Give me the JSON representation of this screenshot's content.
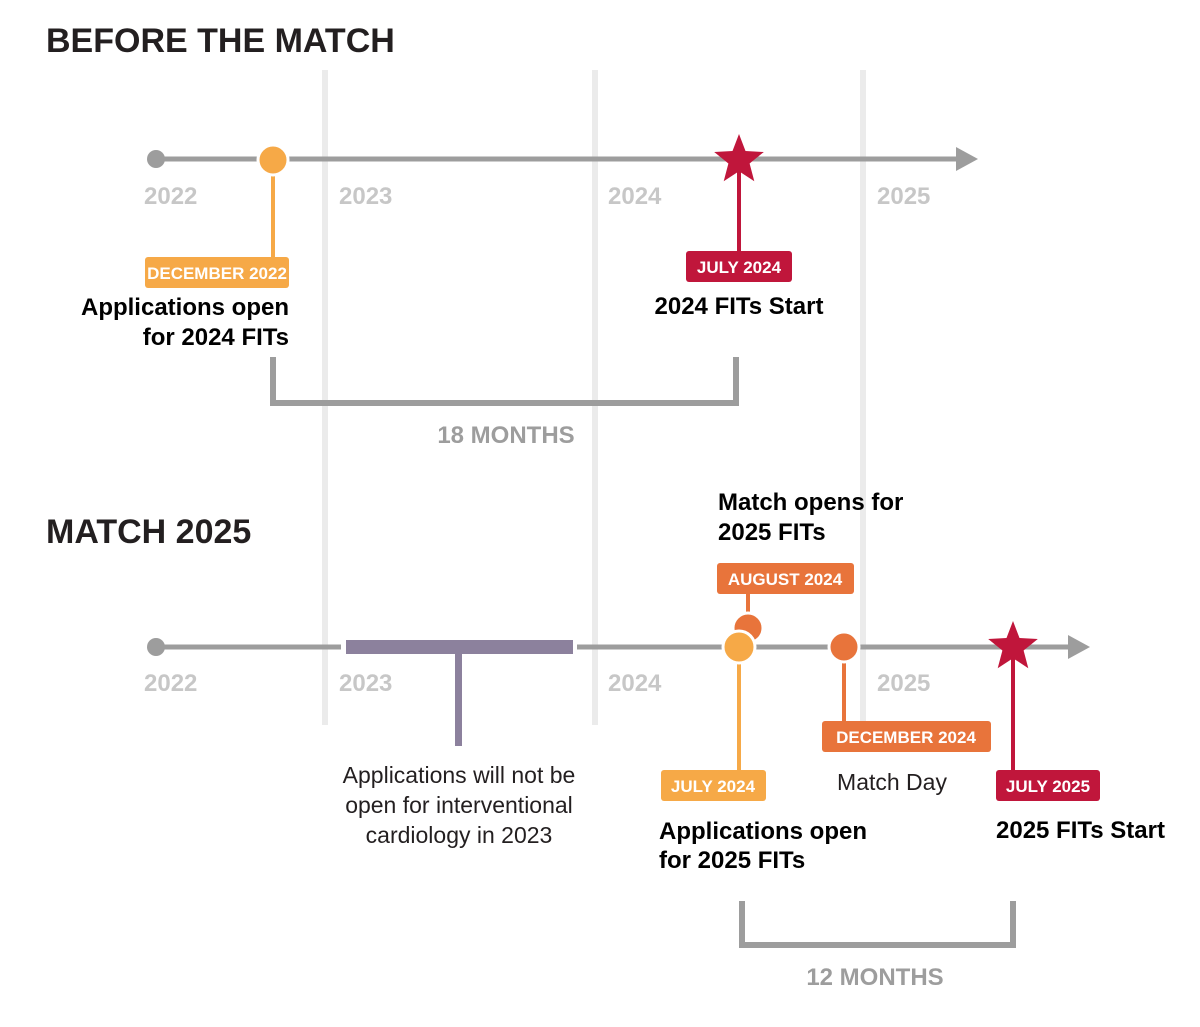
{
  "sections": {
    "before": {
      "title": "BEFORE THE MATCH"
    },
    "match": {
      "title": "MATCH 2025"
    }
  },
  "years": [
    "2022",
    "2023",
    "2024",
    "2025"
  ],
  "before": {
    "app_open": {
      "date": "DECEMBER 2022",
      "line1": "Applications open",
      "line2": "for 2024 FITs"
    },
    "fits_start": {
      "date": "JULY 2024",
      "label": "2024 FITs Start"
    },
    "duration": "18 MONTHS"
  },
  "match": {
    "no_apps": {
      "line1": "Applications will not be",
      "line2": "open for interventional",
      "line3": "cardiology in 2023"
    },
    "match_open": {
      "line1": "Match opens for",
      "line2": "2025 FITs",
      "date": "AUGUST 2024"
    },
    "app_open": {
      "date": "JULY 2024",
      "line1": "Applications open",
      "line2": "for 2025 FITs"
    },
    "match_day": {
      "date": "DECEMBER 2024",
      "label": "Match Day"
    },
    "fits_start": {
      "date": "JULY 2025",
      "label": "2025 FITs Start"
    },
    "duration": "12 MONTHS"
  },
  "colors": {
    "axis": "#9d9d9d",
    "gridline": "#ebebeb",
    "yellow": "#f6a947",
    "orange": "#e8743b",
    "red": "#c0163b",
    "purple": "#8c819d"
  }
}
